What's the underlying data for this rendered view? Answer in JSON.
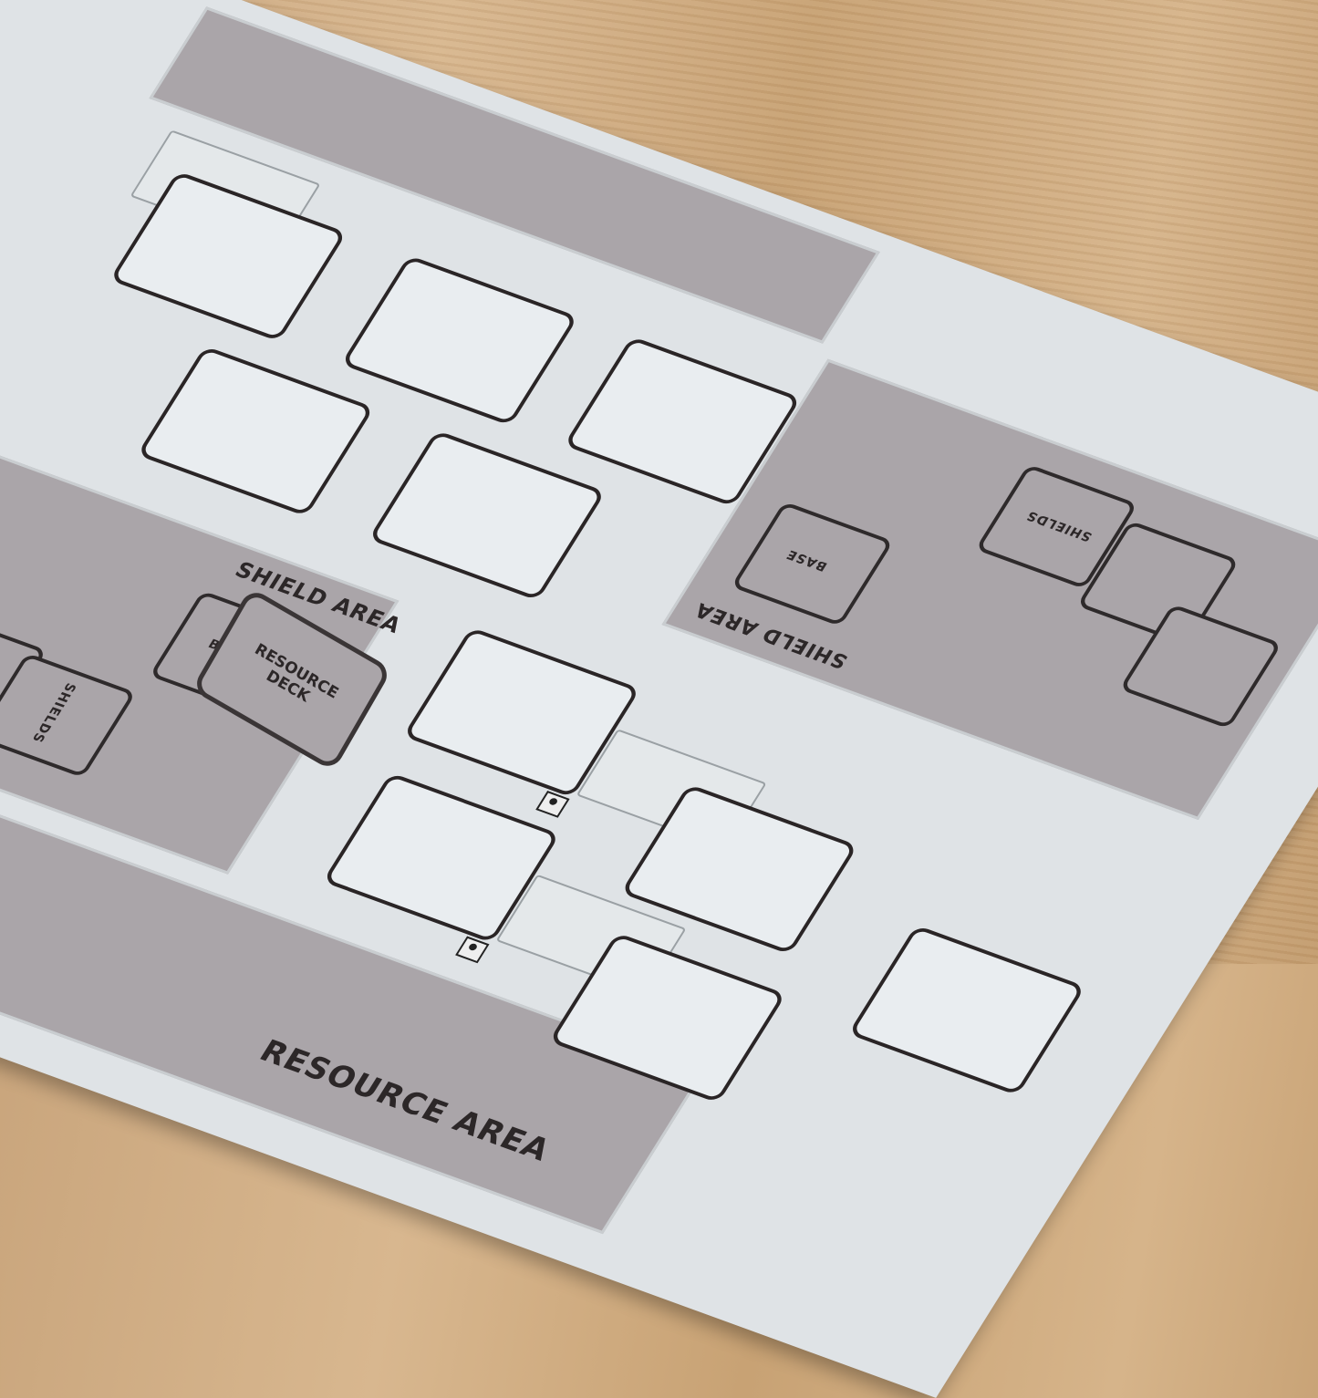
{
  "playmat": {
    "labels": {
      "shield_area_near": "SHIELD AREA",
      "base_near": "BASE",
      "shields_near": "SHIELDS",
      "resource_deck": "RESOURCE DECK",
      "resource_area": "RESOURCE AREA",
      "shield_area_far": "SHIELD AREA",
      "base_far": "BASE",
      "shields_far": "SHIELDS"
    },
    "colors": {
      "mat": "#dfe3e6",
      "zone": "#aaa5a9",
      "frame": "#2a2526",
      "wood": "#d0ac80"
    },
    "icons": [
      "unit-silhouette-icon"
    ]
  }
}
